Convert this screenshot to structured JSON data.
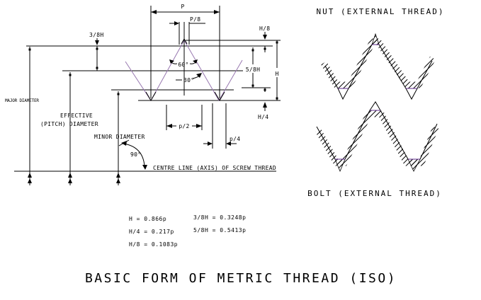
{
  "title": "BASIC FORM OF METRIC THREAD (ISO)",
  "colors": {
    "flank": "#9878b0",
    "flat": "#5e2b8a",
    "line": "#000000",
    "background": "#ffffff"
  },
  "labels": {
    "pitch": "P",
    "pitch_eighth": "P/8",
    "three_eighth_h": "3/8H",
    "h_eighth": "H/8",
    "angle_60": "60°",
    "angle_30": "30°",
    "angle_90": "90°",
    "five_eighth_h": "5/8H",
    "h": "H",
    "h_quarter": "H/4",
    "half_pitch": "p/2",
    "quarter_pitch": "p/4",
    "major_diameter": "MAJOR DIAMETER",
    "effective_line1": "EFFECTIVE",
    "effective_line2": "(PITCH) DIAMETER",
    "minor_diameter": "MINOR DIAMETER",
    "centre_line": "CENTRE LINE (AXIS) OF SCREW THREAD",
    "nut": "NUT (EXTERNAL THREAD)",
    "bolt": "BOLT (EXTERNAL THREAD)"
  },
  "formulas": {
    "col1": [
      "H = 0.866p",
      "H/4 = 0.217p",
      "H/8 = 0.1083p"
    ],
    "col2": [
      "3/8H = 0.3248p",
      "5/8H = 0.5413p"
    ]
  }
}
